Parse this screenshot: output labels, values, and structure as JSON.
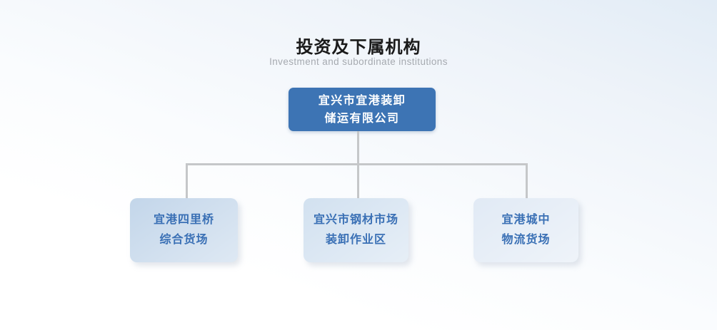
{
  "page": {
    "title": "投资及下属机构",
    "subtitle": "Investment and subordinate institutions"
  },
  "org_chart": {
    "root": {
      "label_line1": "宜兴市宜港装卸",
      "label_line2": "储运有限公司"
    },
    "children": [
      {
        "label_line1": "宜港四里桥",
        "label_line2": "综合货场"
      },
      {
        "label_line1": "宜兴市钢材市场",
        "label_line2": "装卸作业区"
      },
      {
        "label_line1": "宜港城中",
        "label_line2": "物流货场"
      }
    ]
  },
  "colors": {
    "title_text": "#1a1a1a",
    "subtitle_text": "#a6aab0",
    "root_box": "#3d74b4",
    "root_text": "#ffffff",
    "child_text": "#3a70b5",
    "child_box_1": "#c3d6ea",
    "child_box_2": "#d2e1f0",
    "child_box_3": "#e1eaf5",
    "connector": "#c5c7c9"
  }
}
